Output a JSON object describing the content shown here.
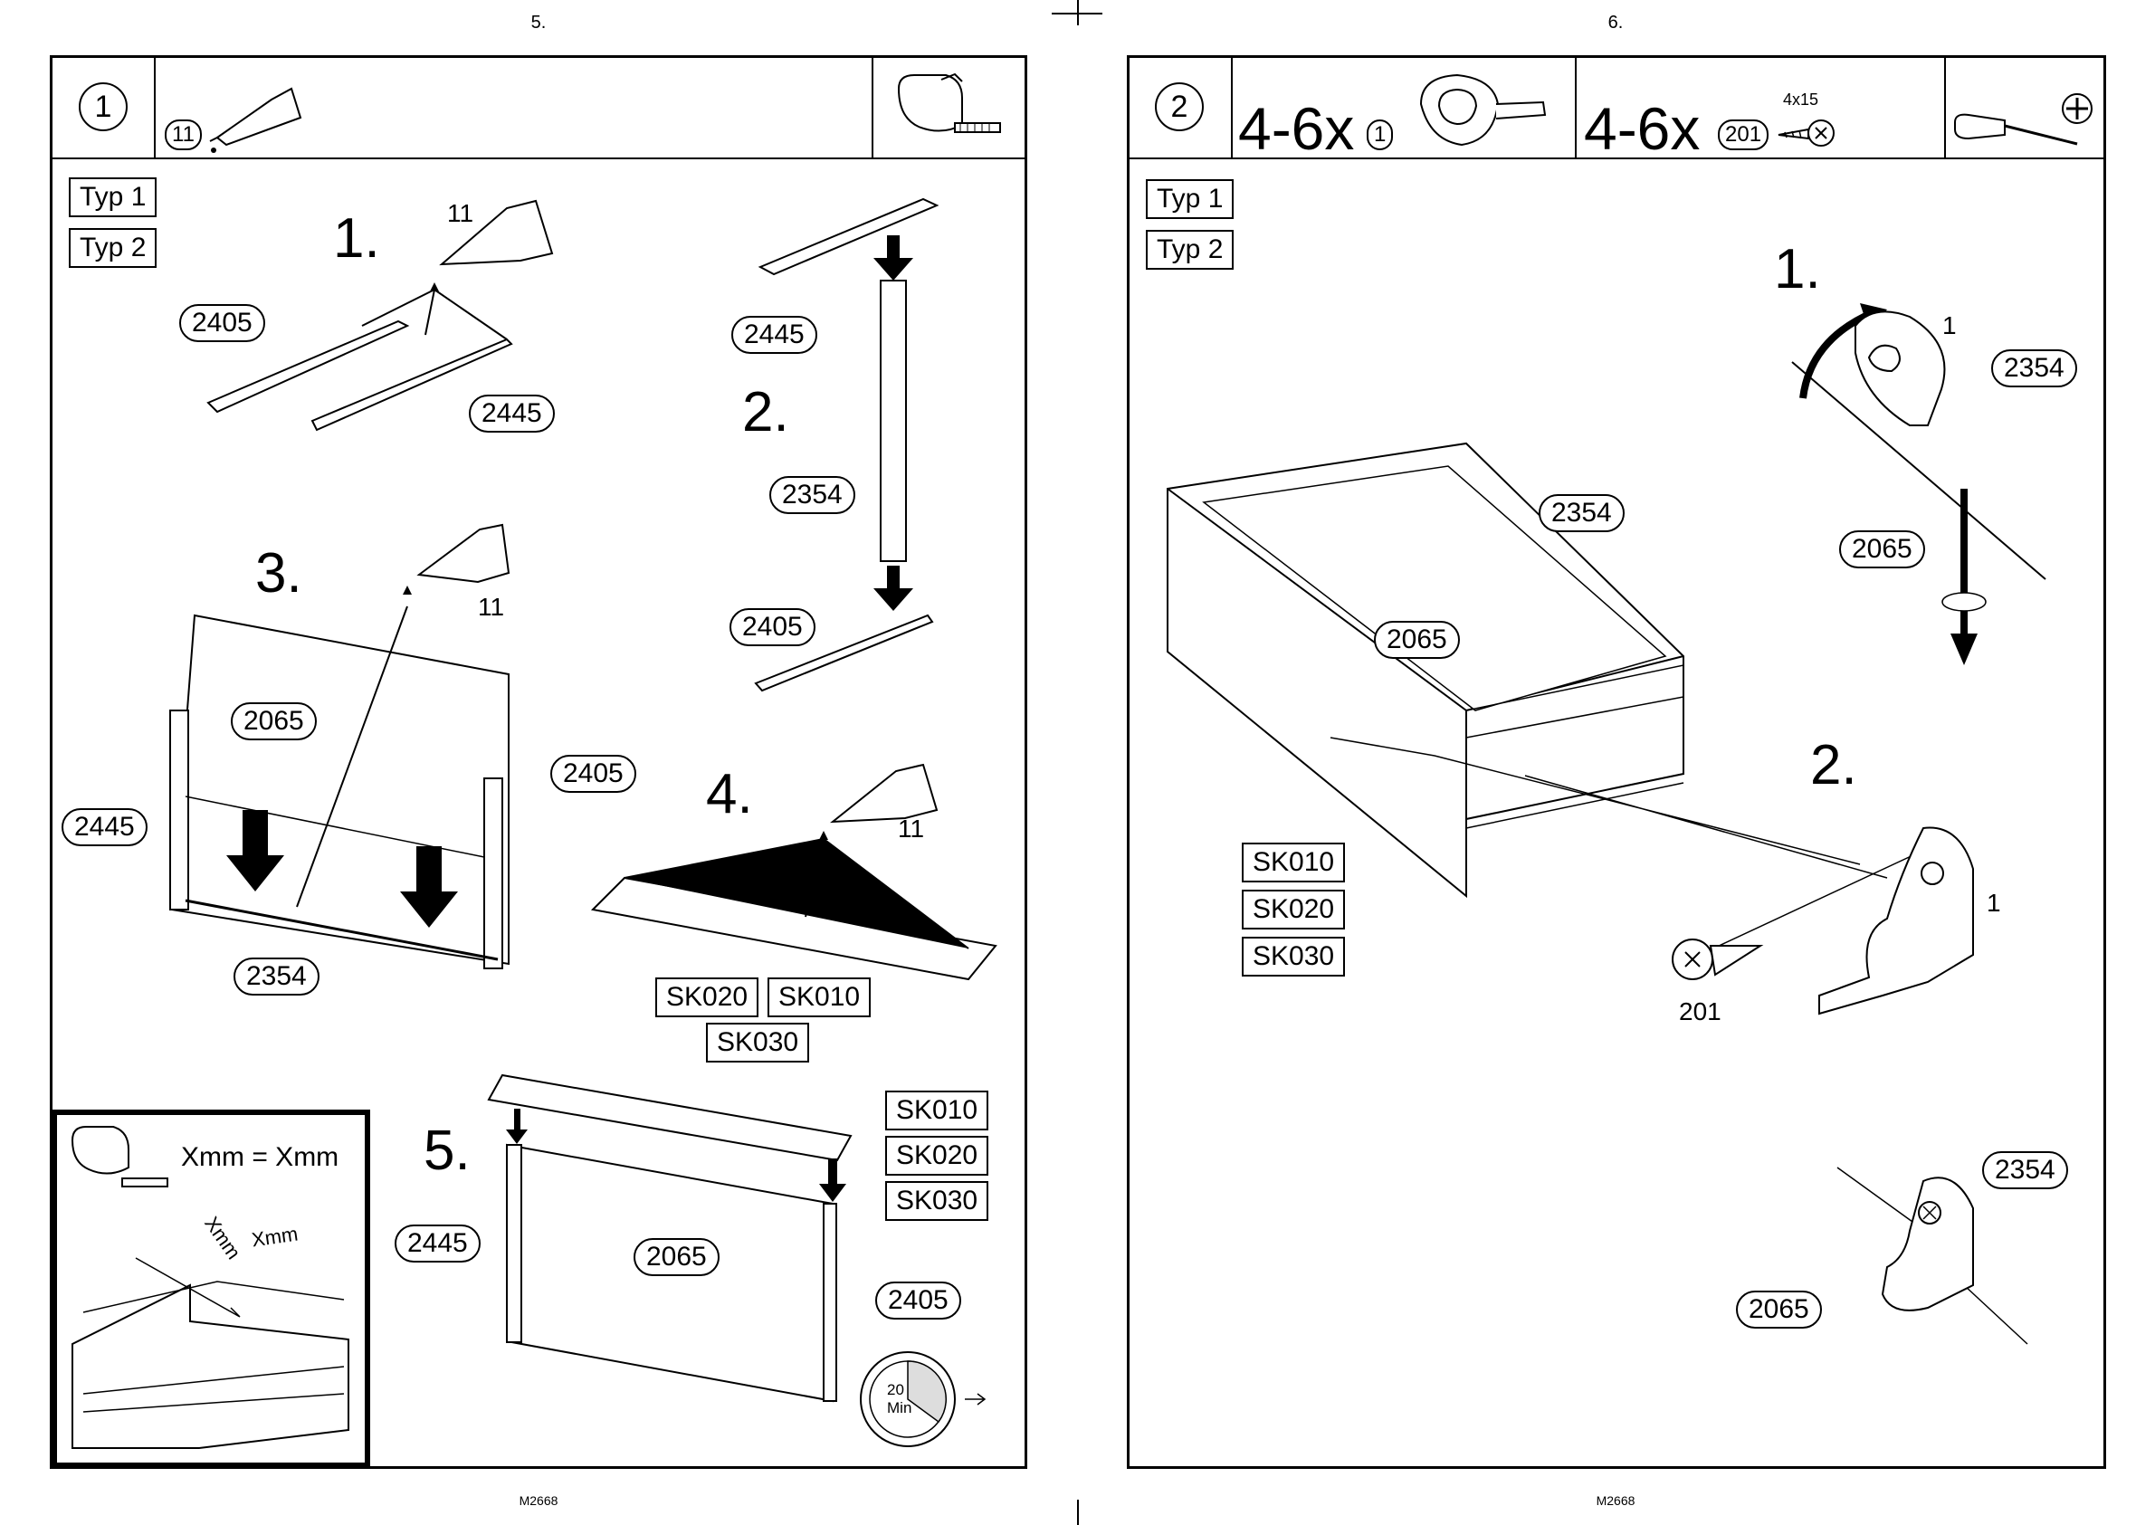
{
  "page_left": {
    "page_number": "5.",
    "footer": "M2668",
    "header": {
      "step": "1",
      "glue_part": "11"
    },
    "types": [
      "Typ 1",
      "Typ 2"
    ],
    "sub_steps": [
      "1.",
      "2.",
      "3.",
      "4.",
      "5."
    ],
    "labels": {
      "s1_a": "2405",
      "s1_b": "2445",
      "s1_glue": "11",
      "s2_a": "2445",
      "s2_b": "2354",
      "s2_c": "2405",
      "s3_a": "2065",
      "s3_b": "2445",
      "s3_c": "2405",
      "s3_d": "2354",
      "s3_glue": "11",
      "s4_glue": "11",
      "s4_a": "SK020",
      "s4_b": "SK010",
      "s4_c": "SK030",
      "s5_a": "SK010",
      "s5_b": "SK020",
      "s5_c": "SK030",
      "s5_d": "2445",
      "s5_e": "2065",
      "s5_f": "2405"
    },
    "inset": {
      "formula": "Xmm = Xmm",
      "diag": "Xmm",
      "top": "Xmm"
    },
    "timer": {
      "value": "20",
      "unit": "Min"
    }
  },
  "page_right": {
    "page_number": "6.",
    "footer": "M2668",
    "header": {
      "step": "2",
      "qty_a": "4-6x",
      "part_a": "1",
      "qty_b": "4-6x",
      "part_b": "201",
      "screw_size": "4x15"
    },
    "types": [
      "Typ 1",
      "Typ 2"
    ],
    "sub_steps": [
      "1.",
      "2."
    ],
    "labels": {
      "bracket_1": "1",
      "p2354": "2354",
      "p2065": "2065",
      "drawer_2354": "2354",
      "drawer_2065": "2065",
      "sk_a": "SK010",
      "sk_b": "SK020",
      "sk_c": "SK030",
      "bracket_2": "1",
      "screw": "201",
      "detail_2354": "2354",
      "detail_2065": "2065"
    }
  }
}
